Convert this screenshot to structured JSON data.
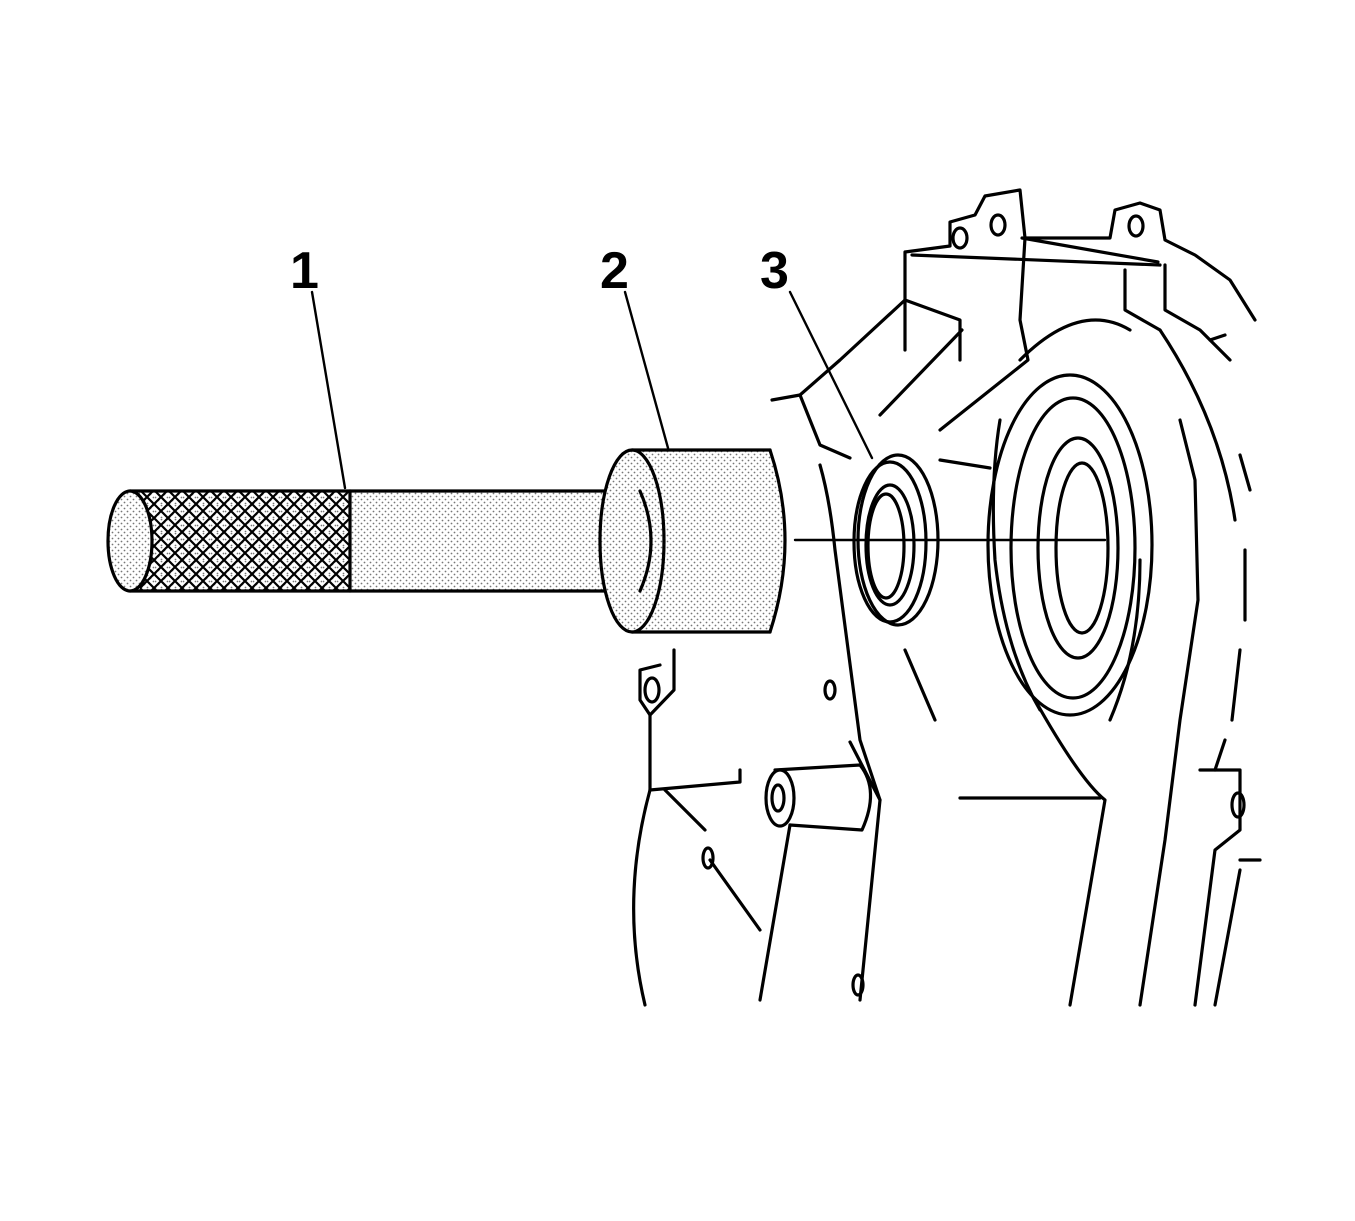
{
  "callouts": [
    {
      "id": "1",
      "label": "1"
    },
    {
      "id": "2",
      "label": "2"
    },
    {
      "id": "3",
      "label": "3"
    }
  ],
  "parts": {
    "handle": "handle-icon",
    "installer": "seal-installer-icon",
    "seal": "oil-seal-icon",
    "cover": "engine-front-cover-icon"
  },
  "colors": {
    "ink": "#000000",
    "stipple": "#d9d9d9",
    "knurl": "#3a3a3a",
    "background": "#ffffff"
  }
}
